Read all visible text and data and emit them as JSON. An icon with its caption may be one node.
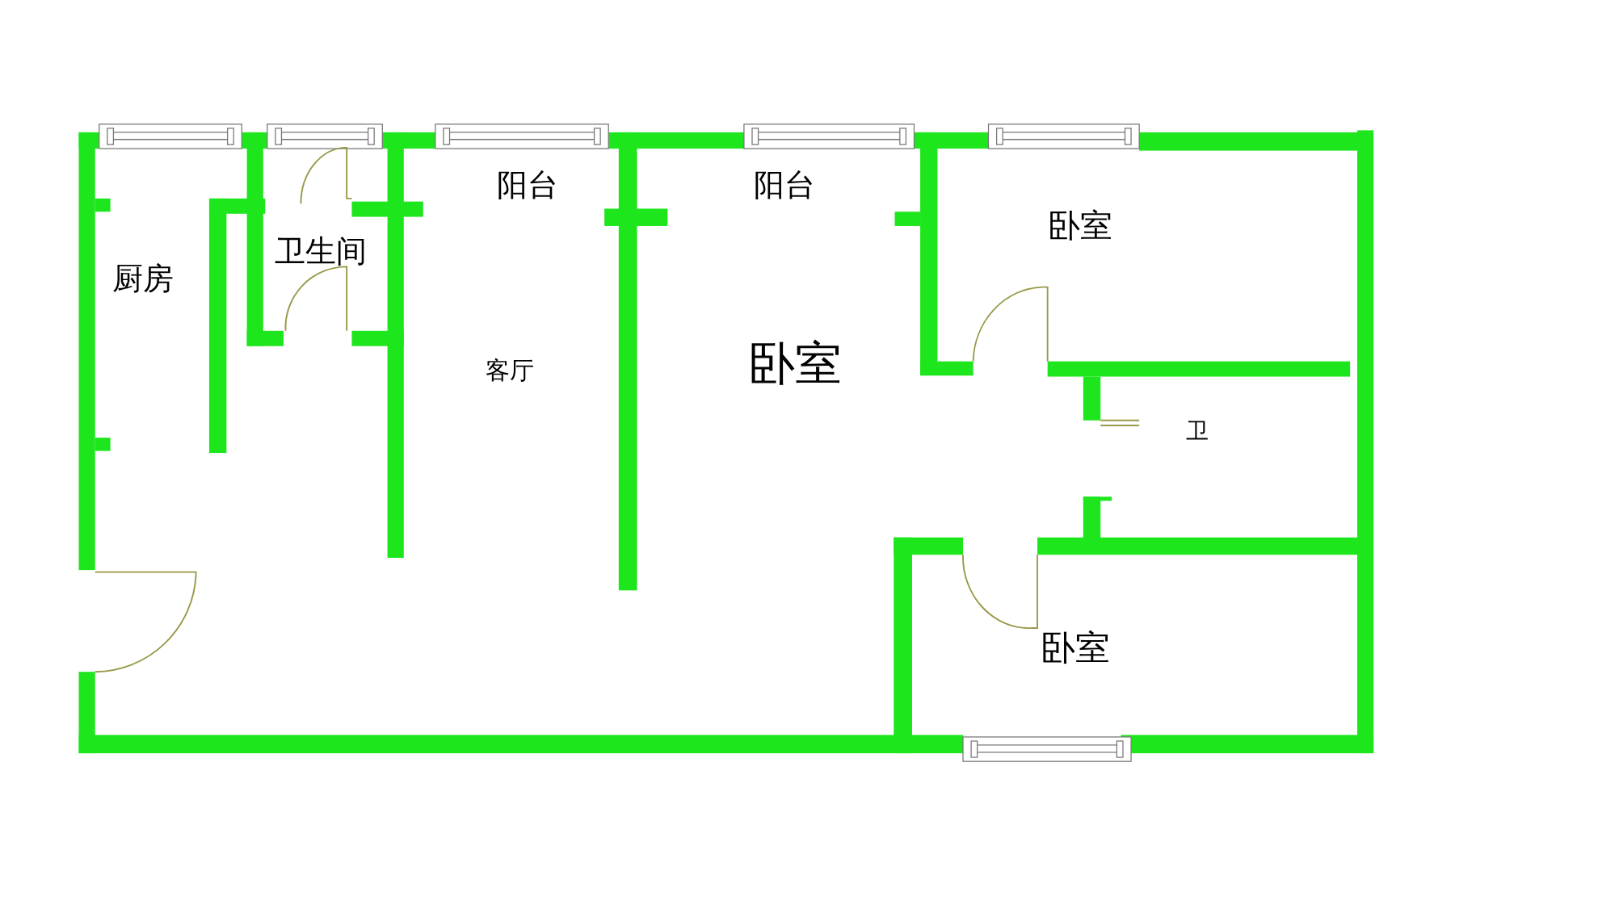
{
  "diagram": {
    "labels": [
      "阳台",
      "阳台",
      "卧室",
      "厨房",
      "卫生间",
      "客厅",
      "卧室",
      "卫",
      "卧室"
    ]
  }
}
